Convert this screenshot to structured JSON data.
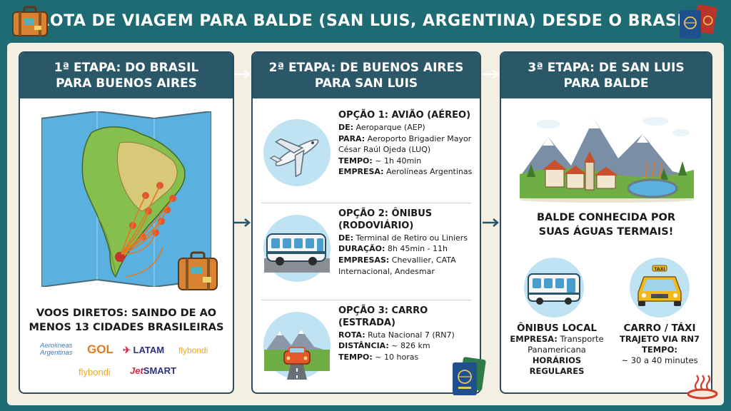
{
  "title": "ROTA DE VIAGEM PARA BALDE (SAN LUIS, ARGENTINA) DESDE O BRASIL",
  "stage1": {
    "heading_line1": "1ª ETAPA: DO BRASIL",
    "heading_line2": "PARA BUENOS AIRES",
    "caption_line1": "VOOS DIRETOS: SAINDO DE AO",
    "caption_line2": "MENOS 13 CIDADES BRASILEIRAS",
    "airlines": {
      "aerolineas_line1": "Aerolíneas",
      "aerolineas_line2": "Argentinas",
      "gol": "GOL",
      "latam": "LATAM",
      "flybondi_1": "flybondi",
      "flybondi_2": "flybondi",
      "jetsmart_jet": "Jet",
      "jetsmart_smart": "SMART"
    }
  },
  "stage2": {
    "heading_line1": "2ª ETAPA: DE BUENOS AIRES",
    "heading_line2": "PARA SAN LUIS",
    "option1": {
      "title": "OPÇÃO 1: AVIÃO (AÉREO)",
      "de_label": "DE:",
      "de_value": "Aeroparque (AEP)",
      "para_label": "PARA:",
      "para_value": "Aeroporto Brigadier Mayor César Raúl Ojeda (LUQ)",
      "tempo_label": "TEMPO:",
      "tempo_value": "~ 1h 40min",
      "empresa_label": "EMPRESA:",
      "empresa_value": "Aerolíneas Argentinas"
    },
    "option2": {
      "title_line1": "OPÇÃO 2: ÔNIBUS",
      "title_line2": "(RODOVIÁRIO)",
      "de_label": "DE:",
      "de_value": "Terminal de Retiro ou Liniers",
      "duracao_label": "DURAÇÃO:",
      "duracao_value": "8h 45min - 11h",
      "empresas_label": "EMPRESAS:",
      "empresas_value": "Chevallier, CATA Internacional, Andesmar"
    },
    "option3": {
      "title_line1": "OPÇÃO 3: CARRO",
      "title_line2": "(ESTRADA)",
      "rota_label": "ROTA:",
      "rota_value": "Ruta Nacional 7 (RN7)",
      "distancia_label": "DISTÂNCIA:",
      "distancia_value": "~ 826 km",
      "tempo_label": "TEMPO:",
      "tempo_value": "~ 10 horas"
    }
  },
  "stage3": {
    "heading_line1": "3ª ETAPA: DE SAN LUIS",
    "heading_line2": "PARA BALDE",
    "caption_line1": "BALDE CONHECIDA POR",
    "caption_line2": "SUAS ÁGUAS TERMAIS!",
    "bus": {
      "title": "ÔNIBUS LOCAL",
      "empresa_label": "EMPRESA:",
      "empresa_value_line1": "Transporte",
      "empresa_value_line2": "Panamericana",
      "horarios_line1": "HORÁRIOS",
      "horarios_line2": "REGULARES"
    },
    "taxi": {
      "title": "CARRO / TÁXI",
      "trajeto": "TRAJETO VIA RN7",
      "tempo_label": "TEMPO:",
      "tempo_value": "~ 30 a 40 minutes",
      "sign": "TAXI"
    }
  },
  "colors": {
    "background": "#1e6b73",
    "panel_header": "#2a5868",
    "card": "#ffffff",
    "accent_orange": "#e0832c"
  }
}
